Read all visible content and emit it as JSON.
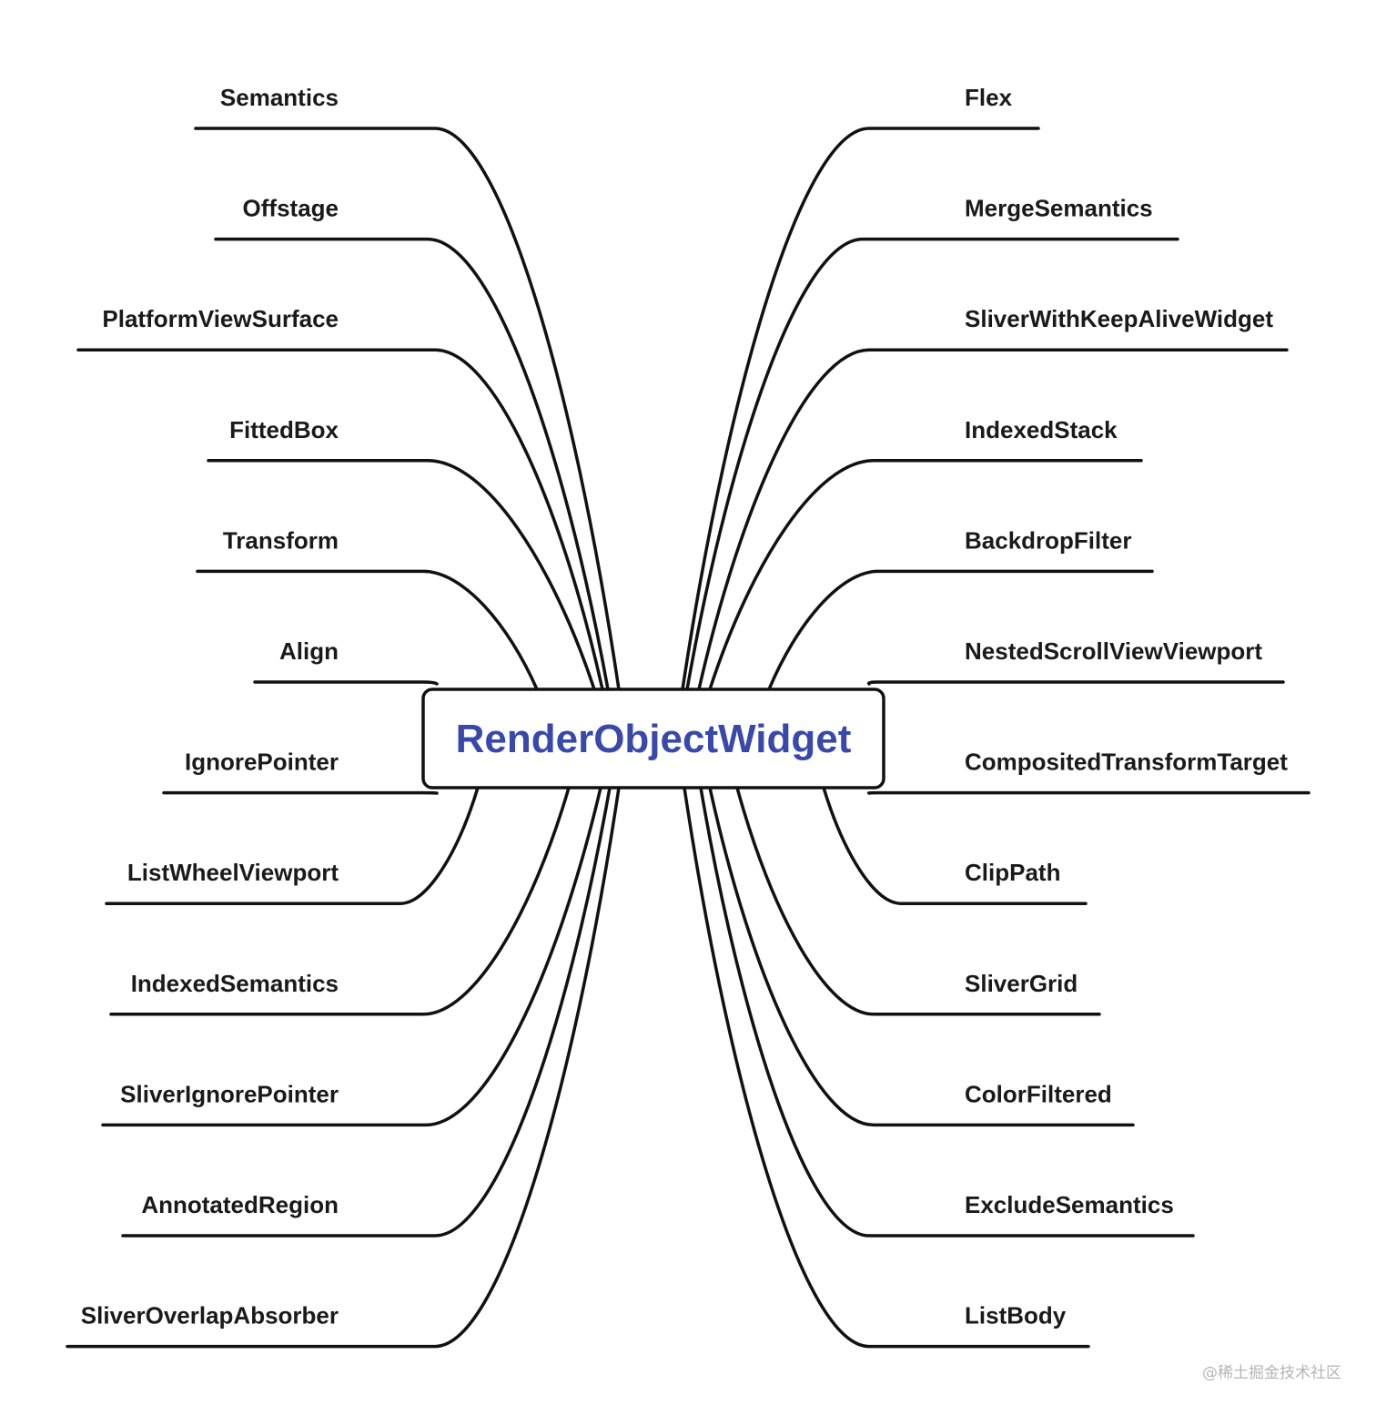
{
  "root": {
    "label": "RenderObjectWidget",
    "color": "#3949ab"
  },
  "left_nodes": [
    "Semantics",
    "Offstage",
    "PlatformViewSurface",
    "FittedBox",
    "Transform",
    "Align",
    "IgnorePointer",
    "ListWheelViewport",
    "IndexedSemantics",
    "SliverIgnorePointer",
    "AnnotatedRegion",
    "SliverOverlapAbsorber"
  ],
  "right_nodes": [
    "Flex",
    "MergeSemantics",
    "SliverWithKeepAliveWidget",
    "IndexedStack",
    "BackdropFilter",
    "NestedScrollViewViewport",
    "CompositedTransformTarget",
    "ClipPath",
    "SliverGrid",
    "ColorFiltered",
    "ExcludeSemantics",
    "ListBody"
  ],
  "watermark": "@稀土掘金技术社区"
}
